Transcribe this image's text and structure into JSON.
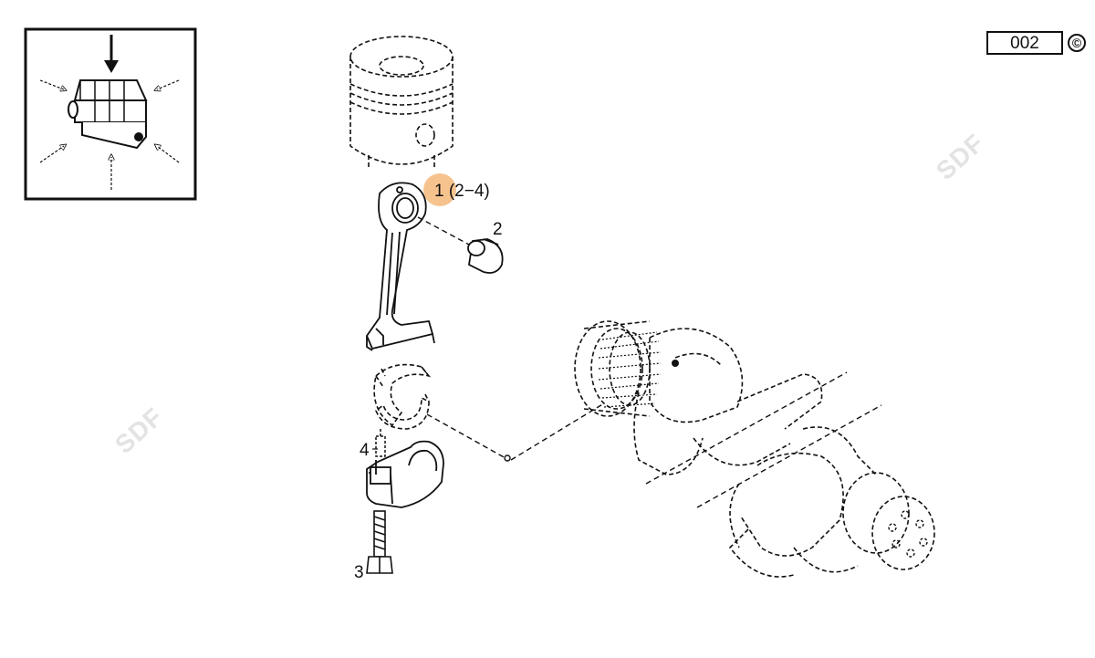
{
  "diagram": {
    "page_number": "002",
    "copyright_symbol": "©",
    "watermark_text": "SDF",
    "callouts": [
      {
        "id": "1",
        "label": "1",
        "range": "(2−4)",
        "highlighted": true
      },
      {
        "id": "2",
        "label": "2"
      },
      {
        "id": "3",
        "label": "3"
      },
      {
        "id": "4",
        "label": "4"
      }
    ],
    "colors": {
      "line": "#111111",
      "highlight": "#f5b97a",
      "watermark": "#e3e3e3"
    },
    "icons": {
      "locator": "engine-block-locator-icon",
      "piston": "piston-icon",
      "connecting_rod": "connecting-rod-icon",
      "crankshaft": "crankshaft-icon"
    }
  }
}
